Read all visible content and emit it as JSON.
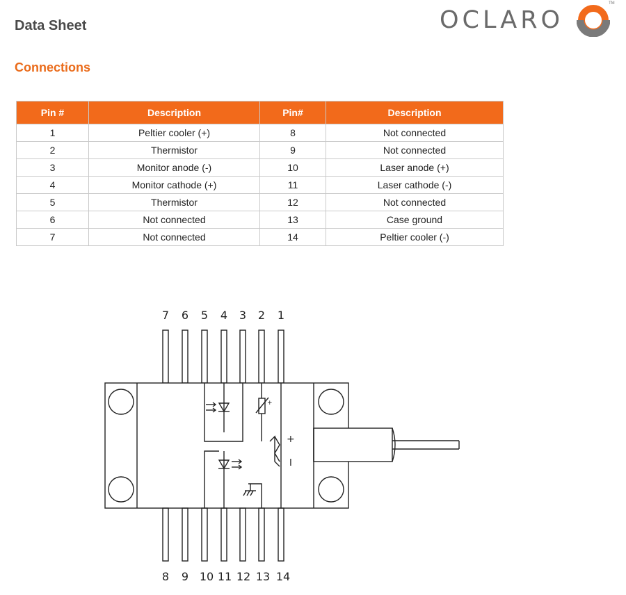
{
  "header": {
    "title": "Data Sheet",
    "logo_text": "OCLARO",
    "logo_tm": "TM"
  },
  "section": {
    "title": "Connections"
  },
  "table": {
    "headers": [
      "Pin #",
      "Description",
      "Pin#",
      "Description"
    ],
    "rows": [
      [
        "1",
        "Peltier cooler (+)",
        "8",
        "Not connected"
      ],
      [
        "2",
        "Thermistor",
        "9",
        "Not connected"
      ],
      [
        "3",
        "Monitor anode (-)",
        "10",
        "Laser anode (+)"
      ],
      [
        "4",
        "Monitor cathode (+)",
        "11",
        "Laser cathode (-)"
      ],
      [
        "5",
        "Thermistor",
        "12",
        "Not connected"
      ],
      [
        "6",
        "Not connected",
        "13",
        "Case ground"
      ],
      [
        "7",
        "Not connected",
        "14",
        "Peltier cooler (-)"
      ]
    ]
  },
  "diagram": {
    "top_pins": [
      "7",
      "6",
      "5",
      "4",
      "3",
      "2",
      "1"
    ],
    "bottom_pins": [
      "8",
      "9",
      "10",
      "11",
      "12",
      "13",
      "14"
    ],
    "plus_sign": "+",
    "minus_sign": "I"
  },
  "colors": {
    "accent": "#f26a1b",
    "heading": "#ea6b1a"
  }
}
